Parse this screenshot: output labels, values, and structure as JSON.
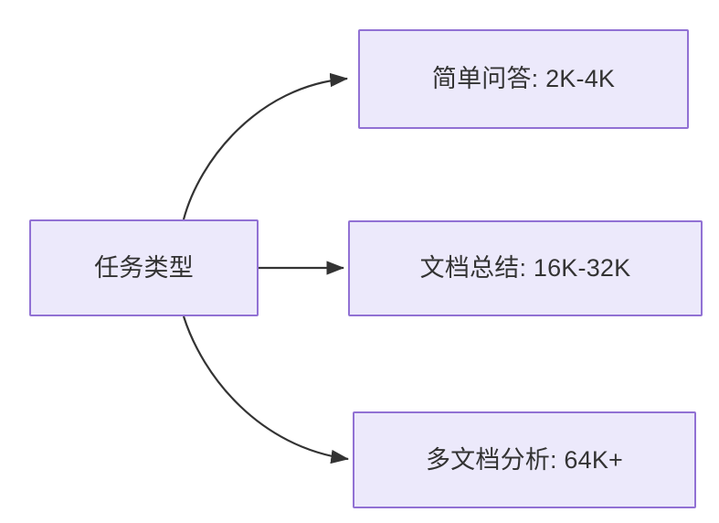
{
  "diagram": {
    "type": "flowchart",
    "direction": "left-to-right",
    "background_color": "#ffffff",
    "node_fill_color": "#ece9fb",
    "node_border_color": "#9171d4",
    "node_text_color": "#333333",
    "edge_color": "#333333",
    "root": {
      "id": "node-root",
      "label": "任务类型"
    },
    "branches": [
      {
        "id": "node-simple",
        "label": "简单问答: 2K-4K",
        "task": "简单问答",
        "context_range": "2K-4K",
        "edge_style": "curved"
      },
      {
        "id": "node-summary",
        "label": "文档总结: 16K-32K",
        "task": "文档总结",
        "context_range": "16K-32K",
        "edge_style": "straight"
      },
      {
        "id": "node-multidoc",
        "label": "多文档分析: 64K+",
        "task": "多文档分析",
        "context_range": "64K+",
        "edge_style": "curved"
      }
    ]
  }
}
